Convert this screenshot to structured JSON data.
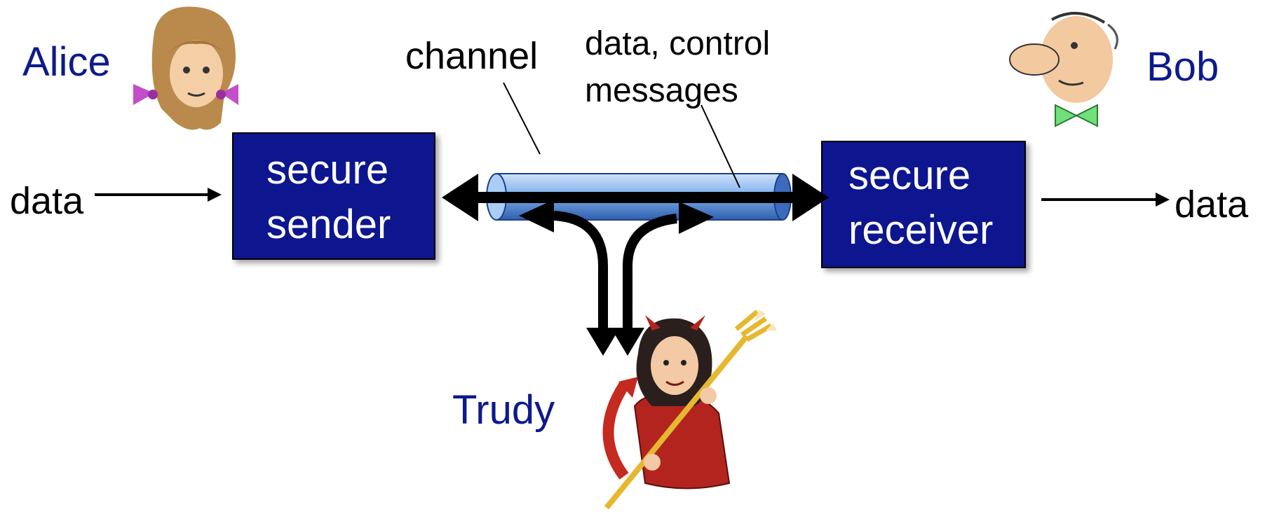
{
  "colors": {
    "name_blue": "#0d1a8c",
    "box_fill": "#0c168f",
    "channel_blue": "#5a8fd6",
    "trudy_red": "#b3241e",
    "trident_gold": "#e6b82e"
  },
  "people": {
    "alice": "Alice",
    "bob": "Bob",
    "trudy": "Trudy"
  },
  "labels": {
    "data_left": "data",
    "data_right": "data",
    "channel": "channel",
    "messages_line1": "data, control",
    "messages_line2": "messages"
  },
  "boxes": {
    "sender_line1": "secure",
    "sender_line2": "sender",
    "receiver_line1": "secure",
    "receiver_line2": "receiver"
  },
  "icons": [
    "alice-icon",
    "bob-icon",
    "trudy-icon"
  ]
}
